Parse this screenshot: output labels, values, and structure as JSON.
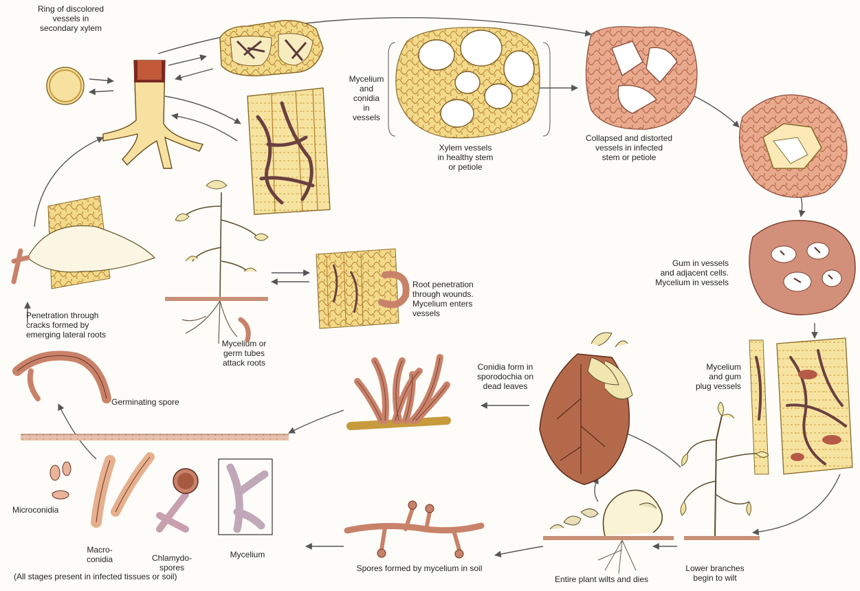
{
  "labels": {
    "ring": "Ring of discolored\nvessels in\nsecondary xylem",
    "mycelium_conidia": "Mycelium\nand\nconidia\nin\nvessels",
    "xylem_healthy": "Xylem vessels\nin healthy stem\nor petiole",
    "collapsed": "Collapsed and distorted\nvessels in infected\nstem or petiole",
    "gum": "Gum in vessels\nand adjacent cells.\nMycelium in vessels",
    "root_penetration": "Root penetration\nthrough wounds.\nMycelium enters\nvessels",
    "penetration_cracks": "Penetration through\ncracks formed by\nemerging lateral roots",
    "mycelium_germ": "Mycelium or\ngerm tubes\nattack roots",
    "germinating_spore": "Germinating spore",
    "conidia_form": "Conidia form in\nsporodochia on\ndead leaves",
    "mycelium_gum": "Mycelium\nand gum\nplug vessels",
    "microconidia": "Microconidia",
    "macroconidia": "Macro-\nconidia",
    "chlamydospores": "Chlamydo-\nspores",
    "mycelium": "Mycelium",
    "all_stages": "(All stages present in infected tissues or soil)",
    "spores_formed": "Spores formed by mycelium in soil",
    "entire_plant": "Entire plant wilts and dies",
    "lower_branches": "Lower branches\nbegin to wilt"
  },
  "colors": {
    "cell_fill": "#f3d98a",
    "cell_stroke": "#b07a2a",
    "fungus": "#c9826a",
    "fungus_dark": "#8a4a3a",
    "infected": "#d99a80",
    "gum": "#b65a48",
    "soil": "#d8a890",
    "arrow": "#555555"
  }
}
